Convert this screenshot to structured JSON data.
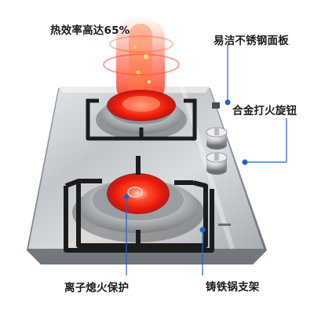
{
  "callouts": {
    "efficiency": "热效率高达65%",
    "panel": "易洁不锈钢面板",
    "knob": "合金打火旋钮",
    "flameout": "离子熄火保护",
    "support": "铸铁锅支架"
  },
  "colors": {
    "accent": "#1f63c9",
    "flame": "#ff2a10",
    "steel": "#c9cdd1",
    "cast_iron": "#1c1c1c"
  },
  "icons": [
    "callout-dot-icon",
    "burner-icon",
    "knob-icon",
    "pot-support-icon"
  ]
}
